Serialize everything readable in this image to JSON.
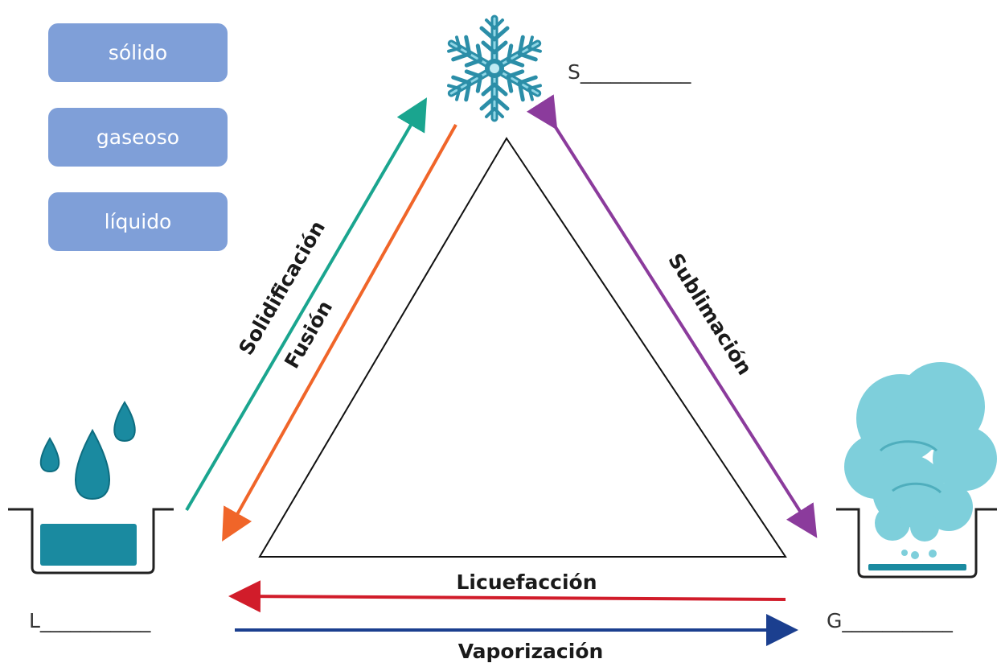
{
  "word_bank": {
    "solido": "sólido",
    "gaseoso": "gaseoso",
    "liquido": "líquido"
  },
  "states": {
    "solid_blank": "S___________",
    "liquid_blank": "L___________",
    "gas_blank": "G___________"
  },
  "processes": {
    "solidificacion": "Solidificación",
    "fusion": "Fusión",
    "sublimacion": "Sublimación",
    "licuefaccion": "Licuefacción",
    "vaporizacion": "Vaporización"
  },
  "colors": {
    "chip_bg": "#7f9fd8",
    "solidificacion": "#1aa58f",
    "fusion": "#f06529",
    "sublimacion": "#8b3b9c",
    "licuefaccion": "#d11c2a",
    "vaporizacion": "#1b3f8f",
    "water": "#1a8aa0",
    "snowflake": "#3fa7c0",
    "cloud": "#7ecfdb"
  },
  "icons": {
    "solid": "snowflake-icon",
    "liquid": "water-drops-container-icon",
    "gas": "steam-cloud-container-icon"
  }
}
